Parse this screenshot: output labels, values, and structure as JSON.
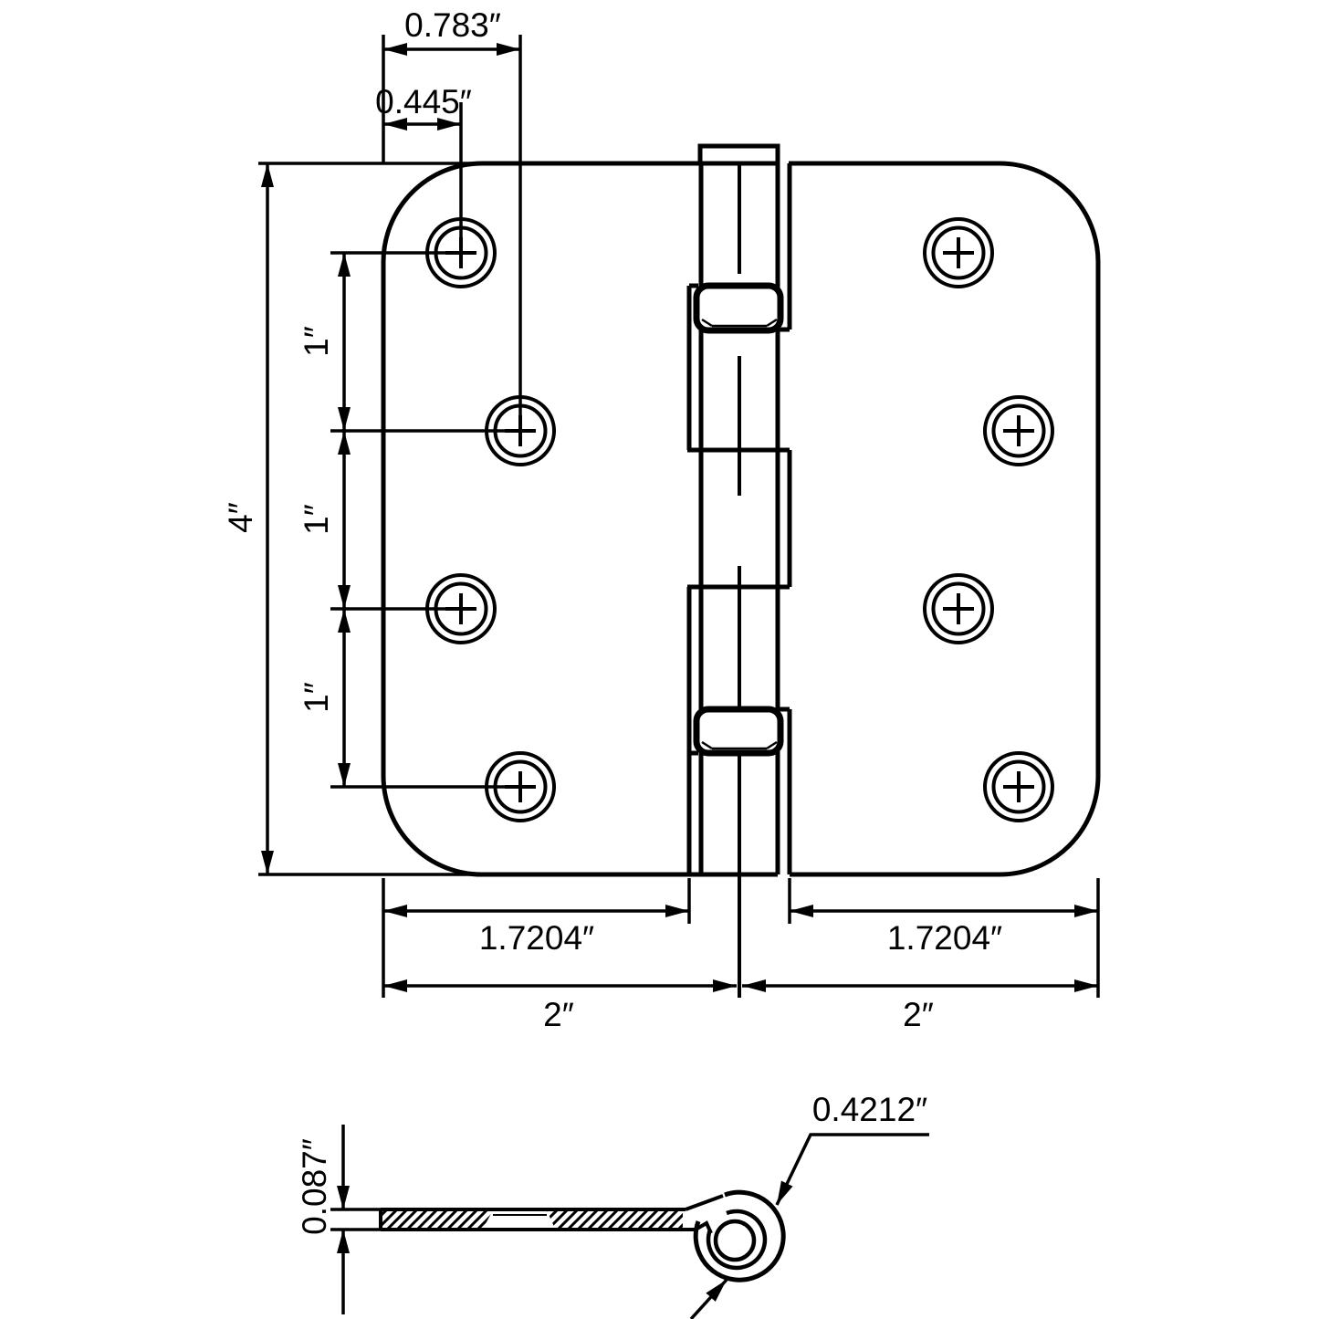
{
  "colors": {
    "background": "#ffffff",
    "line": "#000000",
    "text": "#000000"
  },
  "top_view": {
    "offset_small": "0.445″",
    "offset_large": "0.783″",
    "overall_height": "4″",
    "hole_spacings": [
      "1″",
      "1″",
      "1″"
    ],
    "hole_span_left": "1.7204″",
    "hole_span_right": "1.7204″",
    "leaf_width_left": "2″",
    "leaf_width_right": "2″"
  },
  "side_view": {
    "leaf_thickness": "0.087″",
    "knuckle_diameter": "0.4212″"
  }
}
